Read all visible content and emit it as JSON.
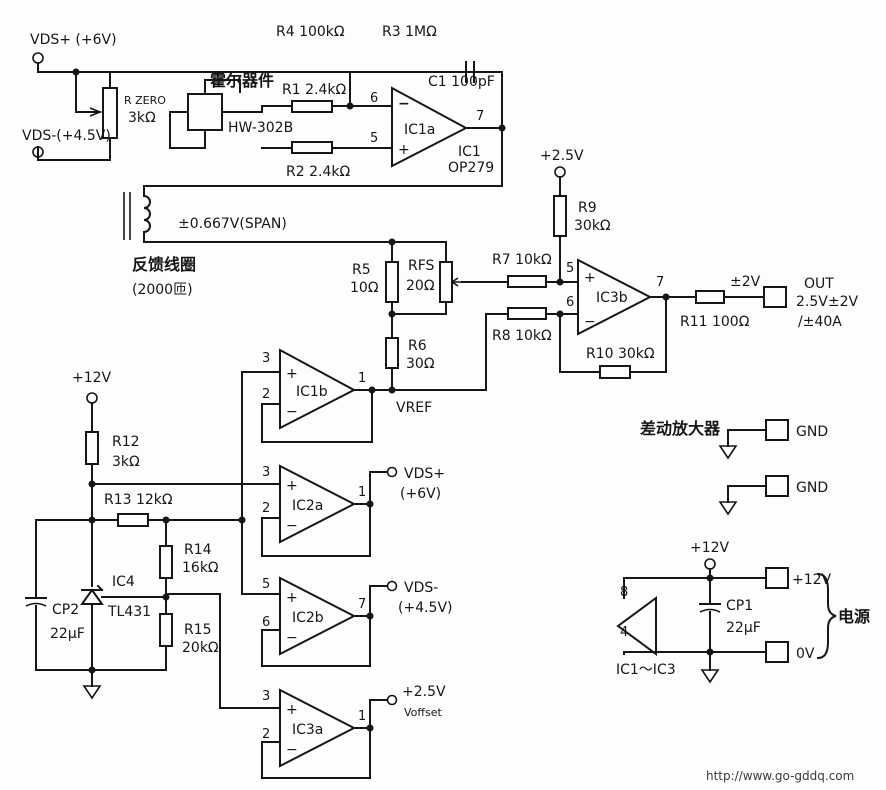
{
  "labels": {
    "vds_plus_top": "VDS+ (+6V)",
    "vds_minus_top": "VDS-(+4.5V)",
    "rzero": "R ZERO",
    "rzero_val": "3kΩ",
    "hall_cn": "霍尔器件",
    "hall_part": "HW-302B",
    "r4": "R4  100kΩ",
    "r3": "R3  1MΩ",
    "c1": "C1  100pF",
    "r1": "R1  2.4kΩ",
    "r2": "R2  2.4kΩ",
    "ic1a": "IC1a",
    "ic1": "IC1",
    "op279": "OP279",
    "span": "±0.667V(SPAN)",
    "coil_cn": "反馈线圈",
    "coil_turns": "(2000匝)",
    "p25": "+2.5V",
    "r9": "R9",
    "r9_val": "30kΩ",
    "r7": "R7  10kΩ",
    "r8": "R8  10kΩ",
    "r5": "R5",
    "r5_val": "10Ω",
    "rfs": "RFS",
    "rfs_val": "20Ω",
    "r6": "R6",
    "r6_val": "30Ω",
    "ic3b": "IC3b",
    "r10": "R10  30kΩ",
    "r11": "R11  100Ω",
    "pm2v": "±2V",
    "out": "OUT",
    "out_v": "2.5V±2V",
    "out_a": "/±40A",
    "vref": "VREF",
    "ic1b": "IC1b",
    "ic2a": "IC2a",
    "ic2b": "IC2b",
    "ic3a": "IC3a",
    "p12": "+12V",
    "r12": "R12",
    "r12_val": "3kΩ",
    "r13": "R13  12kΩ",
    "r14": "R14",
    "r14_val": "16kΩ",
    "r15": "R15",
    "r15_val": "20kΩ",
    "ic4": "IC4",
    "tl431": "TL431",
    "cp2": "CP2",
    "cp2_val": "22μF",
    "vds_plus_out": "VDS+",
    "vds_plus_out_v": "(+6V)",
    "vds_minus_out": "VDS-",
    "vds_minus_out_v": "(+4.5V)",
    "p25_b": "+2.5V",
    "voffset": "Voffset",
    "diff_amp": "差动放大器",
    "gnd1": "GND",
    "gnd2": "GND",
    "p12_pwr": "+12V",
    "p12_term": "+12V",
    "cp1": "CP1",
    "cp1_val": "22μF",
    "v0": "0V",
    "power_cn": "电源",
    "ic_range": "IC1～IC3",
    "pin8": "8",
    "pin4": "4",
    "url": "http://www.go-gddq.com"
  },
  "pins": {
    "ic1a_6": "6",
    "ic1a_5": "5",
    "ic1a_7": "7",
    "ic3b_5": "5",
    "ic3b_6": "6",
    "ic3b_7": "7",
    "ic1b_3": "3",
    "ic1b_2": "2",
    "ic1b_1": "1",
    "ic2a_3": "3",
    "ic2a_2": "2",
    "ic2a_1": "1",
    "ic2b_5": "5",
    "ic2b_6": "6",
    "ic2b_7": "7",
    "ic3a_3": "3",
    "ic3a_2": "2",
    "ic3a_1": "1"
  }
}
